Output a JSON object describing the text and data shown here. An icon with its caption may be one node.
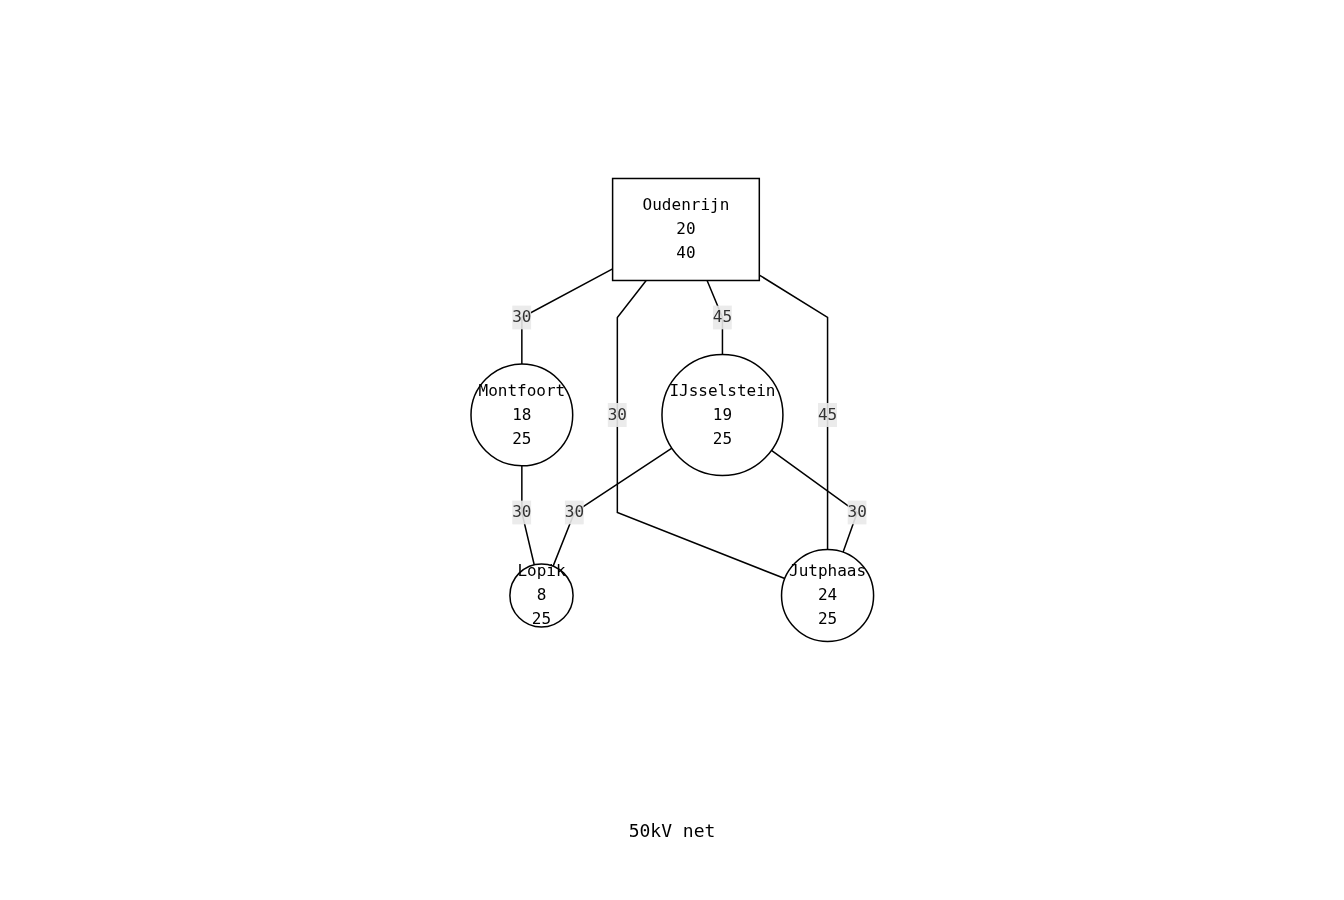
{
  "diagram": {
    "nodes": [
      {
        "text": [
          "Oudenrijn",
          "20",
          "40"
        ]
      },
      {
        "text": [
          "Montfoort",
          "18",
          "25"
        ]
      },
      {
        "text": [
          "Jutphaas",
          "24",
          "25"
        ]
      },
      {
        "text": [
          "IJsselstein",
          "19",
          "25"
        ]
      },
      {
        "text": [
          "Lopik",
          "8",
          "25"
        ]
      }
    ],
    "edges": [
      {
        "from": 0,
        "to": 1,
        "arrow": "none",
        "label": "30"
      },
      {
        "from": 0,
        "to": 2,
        "arrow": "none",
        "label": "30"
      },
      {
        "from": 0,
        "to": 2,
        "arrow": "none",
        "label": "45"
      },
      {
        "from": 0,
        "to": 3,
        "arrow": "none",
        "label": "45"
      },
      {
        "from": 3,
        "to": 2,
        "arrow": "none",
        "label": "30"
      },
      {
        "from": 1,
        "to": 4,
        "arrow": "none",
        "label": "30"
      },
      {
        "from": 3,
        "to": 4,
        "arrow": "none",
        "label": "30"
      }
    ],
    "labels": [
      "50kV net"
    ]
  }
}
